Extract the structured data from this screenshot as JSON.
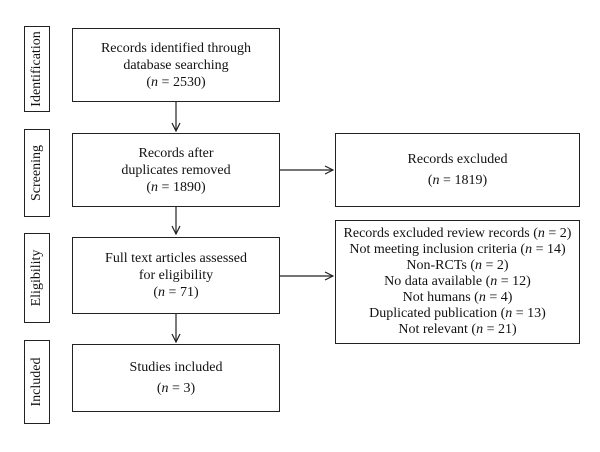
{
  "stages": {
    "identification": "Identification",
    "screening": "Screening",
    "eligibility": "Eligibility",
    "included": "Included"
  },
  "boxes": {
    "identified": {
      "lines": [
        "Records identified through",
        "database searching"
      ],
      "n_prefix": "(",
      "n_var": "n",
      "n_value": " = 2530)"
    },
    "after_duplicates": {
      "lines": [
        "Records after",
        "duplicates removed"
      ],
      "n_prefix": "(",
      "n_var": "n",
      "n_value": " = 1890)"
    },
    "excluded": {
      "lines": [
        "Records excluded"
      ],
      "n_prefix": "(",
      "n_var": "n",
      "n_value": " = 1819)"
    },
    "full_text": {
      "lines": [
        "Full text articles assessed",
        "for eligibility"
      ],
      "n_prefix": "(",
      "n_var": "n",
      "n_value": " = 71)"
    },
    "excluded_reasons": [
      {
        "text": "Records excluded review records (",
        "n_var": "n",
        "n_value": " = 2)"
      },
      {
        "text": "Not meeting inclusion criteria (",
        "n_var": "n",
        "n_value": " = 14)"
      },
      {
        "text": "Non-RCTs (",
        "n_var": "n",
        "n_value": " = 2)"
      },
      {
        "text": "No data available (",
        "n_var": "n",
        "n_value": " = 12)"
      },
      {
        "text": "Not humans (",
        "n_var": "n",
        "n_value": " = 4)"
      },
      {
        "text": "Duplicated publication (",
        "n_var": "n",
        "n_value": " = 13)"
      },
      {
        "text": "Not relevant (",
        "n_var": "n",
        "n_value": " = 21)"
      }
    ],
    "included": {
      "lines": [
        "Studies included"
      ],
      "n_prefix": "(",
      "n_var": "n",
      "n_value": " = 3)"
    }
  }
}
